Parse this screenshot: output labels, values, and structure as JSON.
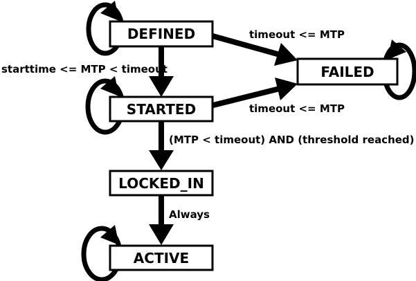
{
  "diagram": {
    "background_color": "#ffffff",
    "stroke_color": "#000000",
    "box_fill_color": "#ffffff",
    "states": {
      "defined": {
        "label": "DEFINED"
      },
      "started": {
        "label": "STARTED"
      },
      "failed": {
        "label": "FAILED"
      },
      "locked_in": {
        "label": "LOCKED_IN"
      },
      "active": {
        "label": "ACTIVE"
      }
    },
    "transitions": {
      "defined_self": {
        "from": "DEFINED",
        "to": "DEFINED",
        "label": ""
      },
      "defined_to_failed": {
        "from": "DEFINED",
        "to": "FAILED",
        "label": "timeout <= MTP"
      },
      "defined_to_started": {
        "from": "DEFINED",
        "to": "STARTED",
        "label": "starttime <= MTP < timeout"
      },
      "started_self": {
        "from": "STARTED",
        "to": "STARTED",
        "label": ""
      },
      "started_to_failed": {
        "from": "STARTED",
        "to": "FAILED",
        "label": "timeout <= MTP"
      },
      "started_to_locked_in": {
        "from": "STARTED",
        "to": "LOCKED_IN",
        "label": "(MTP < timeout) AND (threshold reached)"
      },
      "failed_self": {
        "from": "FAILED",
        "to": "FAILED",
        "label": ""
      },
      "locked_in_to_active": {
        "from": "LOCKED_IN",
        "to": "ACTIVE",
        "label": "Always"
      },
      "active_self": {
        "from": "ACTIVE",
        "to": "ACTIVE",
        "label": ""
      }
    }
  }
}
